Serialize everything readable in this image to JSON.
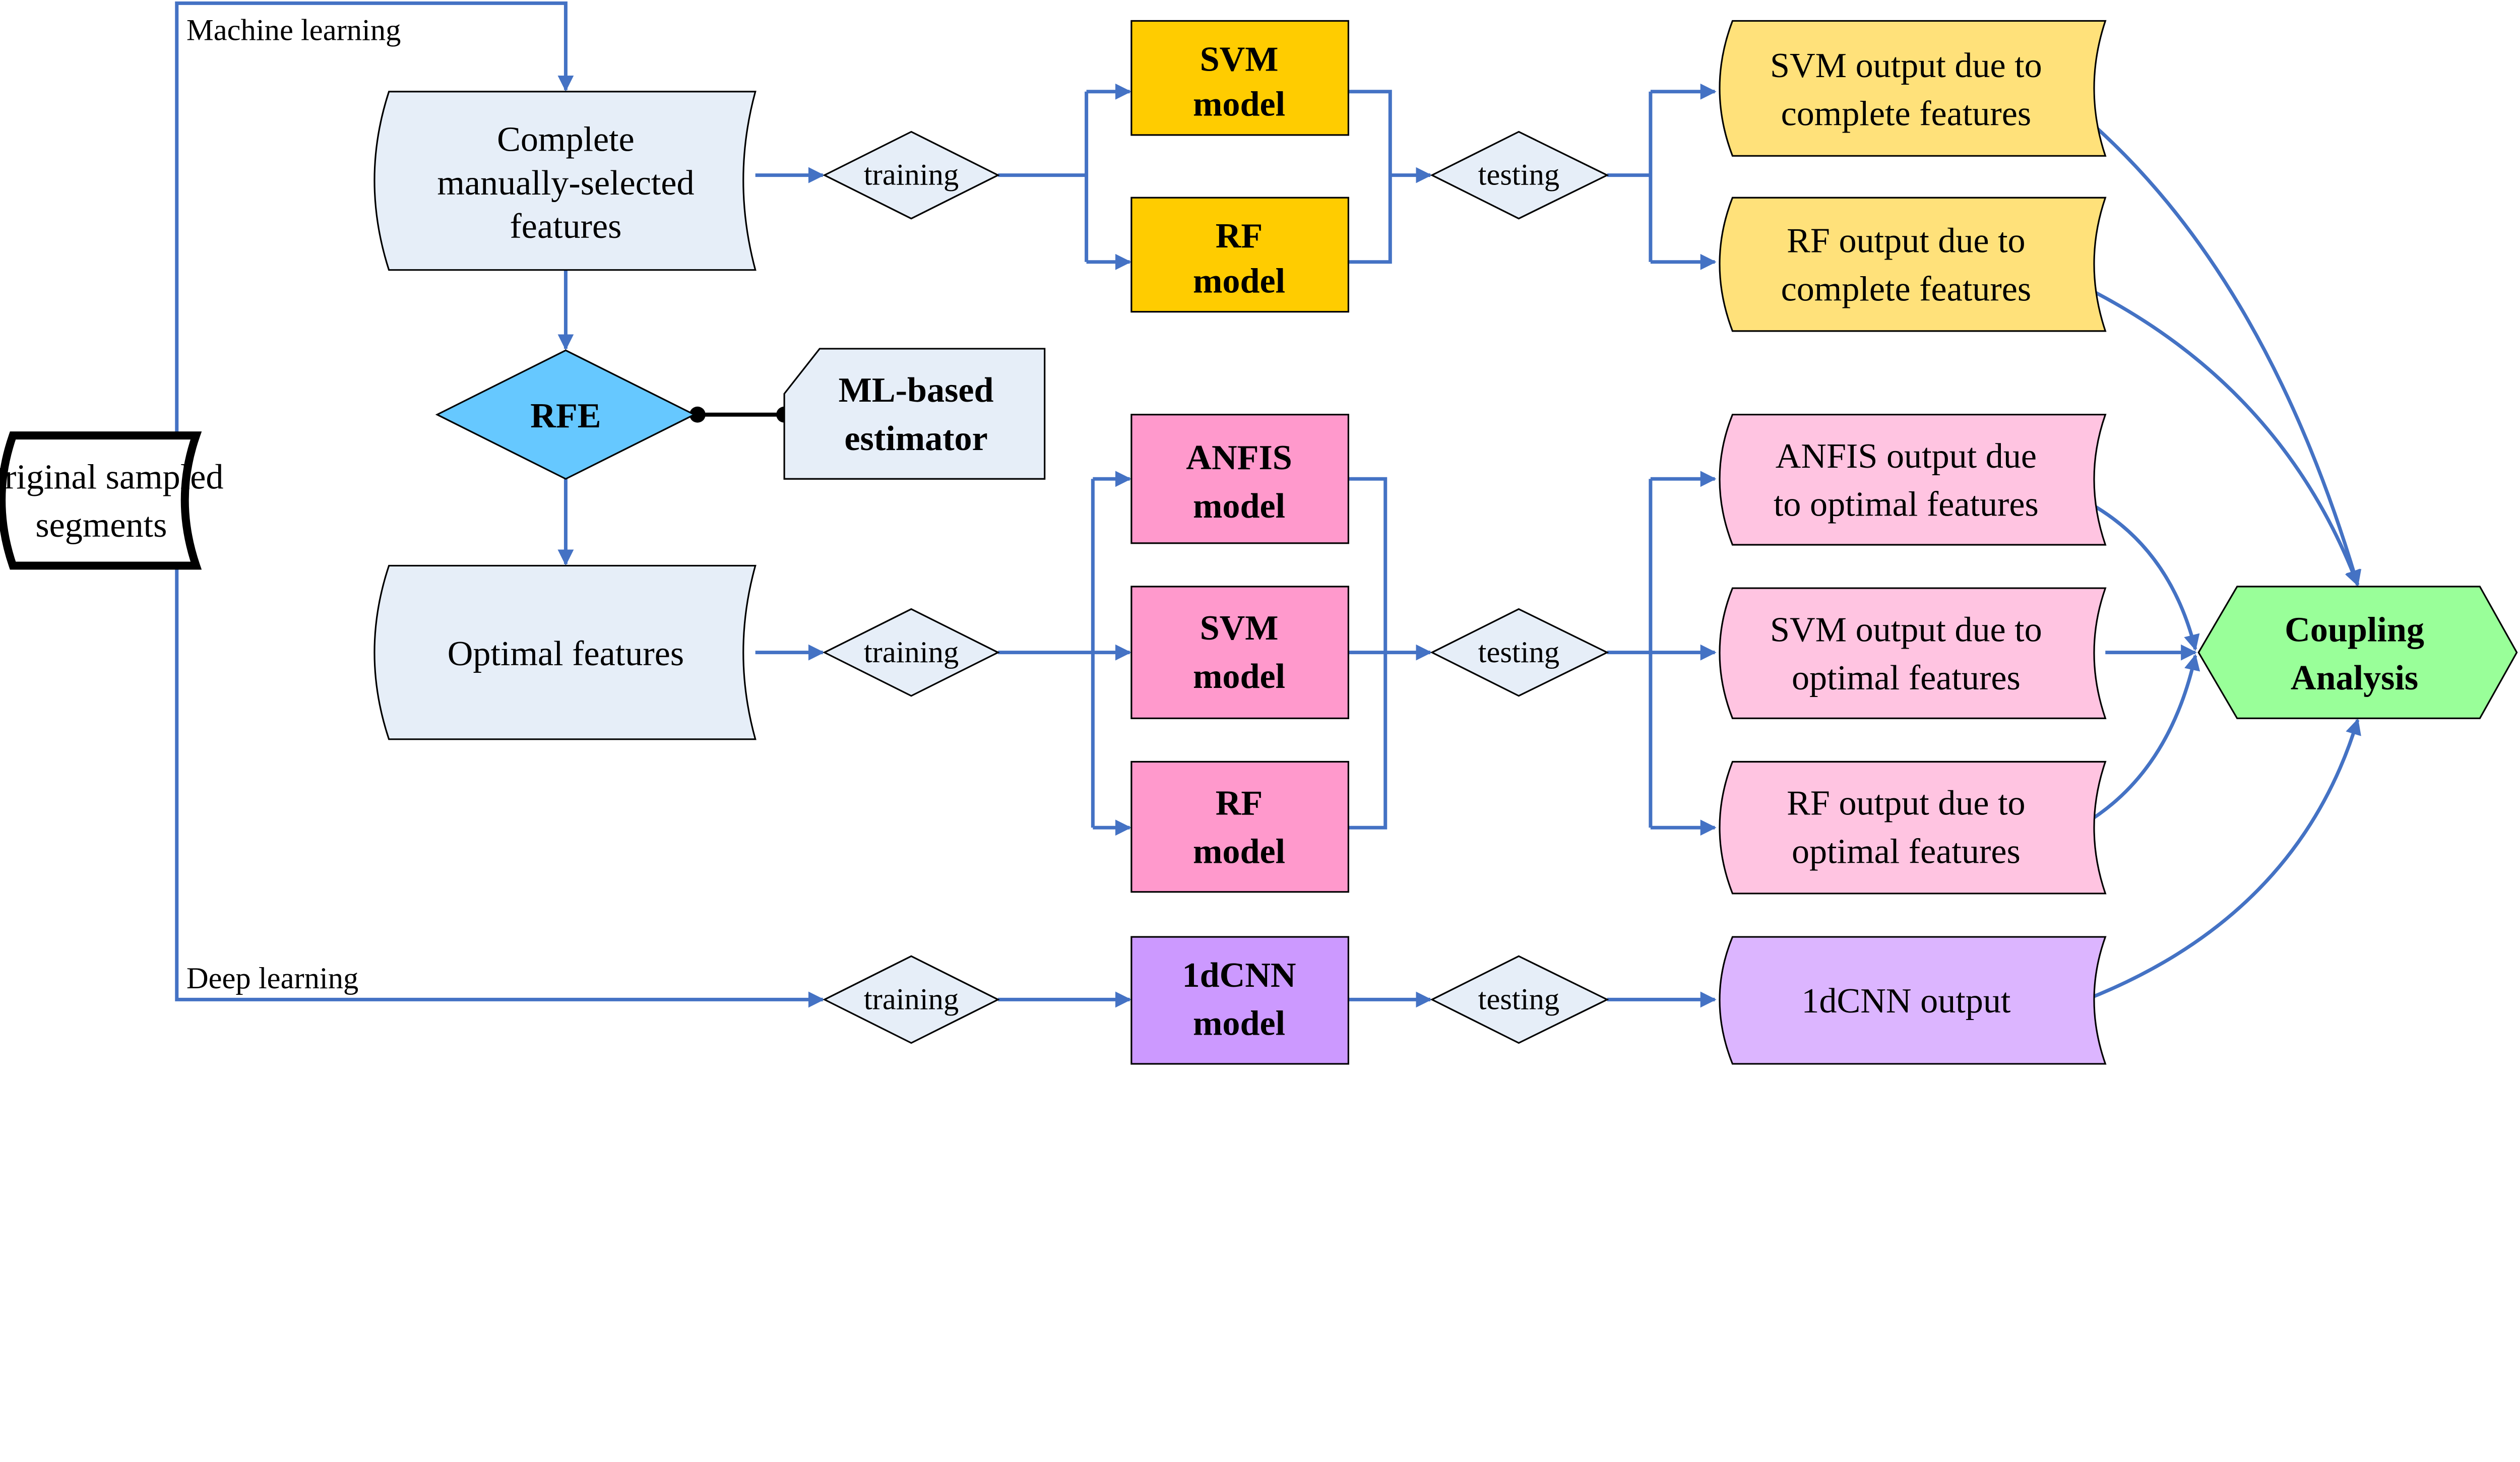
{
  "colors": {
    "edge": "#4472c4",
    "data_store": "#e6eef8",
    "ml_model_complete": "#ffcc00",
    "ml_output_complete": "#ffe17a",
    "rfe": "#66c8ff",
    "ml_model_optimal": "#ff99cc",
    "ml_output_optimal": "#ffc4e1",
    "dl_model": "#cc99ff",
    "dl_output": "#dcb5ff",
    "coupling": "#99ff99"
  },
  "branch_labels": {
    "machine_learning": "Machine learning",
    "deep_learning": "Deep learning"
  },
  "nodes": {
    "original": [
      "Original sampled",
      "segments"
    ],
    "complete_features": [
      "Complete",
      "manually-selected",
      "features"
    ],
    "rfe": "RFE",
    "estimator": [
      "ML-based",
      "estimator"
    ],
    "optimal_features": "Optimal features",
    "training": "training",
    "testing": "testing",
    "svm_model_1": [
      "SVM",
      "model"
    ],
    "rf_model_1": [
      "RF",
      "model"
    ],
    "anfis_model": [
      "ANFIS",
      "model"
    ],
    "svm_model_2": [
      "SVM",
      "model"
    ],
    "rf_model_2": [
      "RF",
      "model"
    ],
    "cnn_model": [
      "1dCNN",
      "model"
    ],
    "svm_out_1": [
      "SVM output due to",
      "complete features"
    ],
    "rf_out_1": [
      "RF output due to",
      "complete features"
    ],
    "anfis_out": [
      "ANFIS output due",
      "to optimal features"
    ],
    "svm_out_2": [
      "SVM output due to",
      "optimal features"
    ],
    "rf_out_2": [
      "RF output due to",
      "optimal features"
    ],
    "cnn_out": "1dCNN output",
    "coupling": [
      "Coupling",
      "Analysis"
    ]
  }
}
